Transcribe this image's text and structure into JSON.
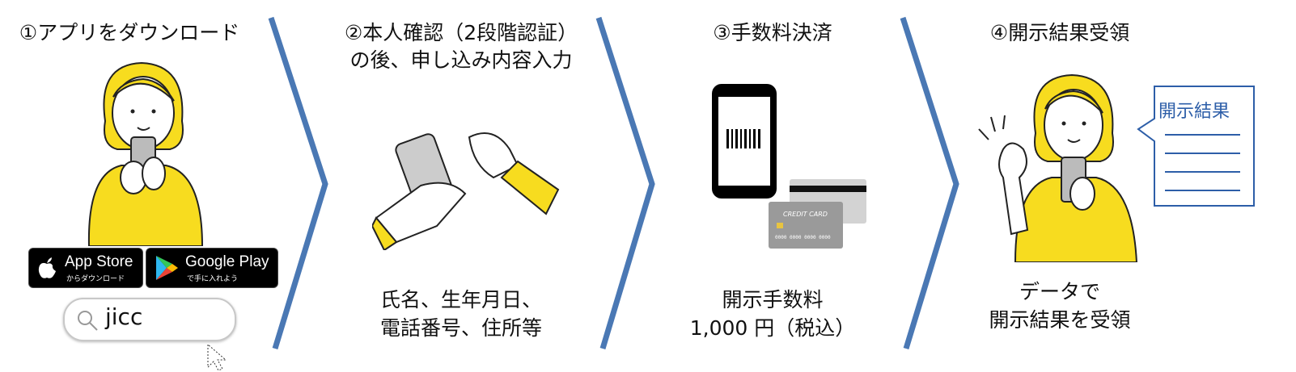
{
  "colors": {
    "chevron": "#4a78b4",
    "yellow": "#f7dc1f",
    "result_border": "#2d5ea8"
  },
  "steps": [
    {
      "title": "①アプリをダウンロード",
      "store_buttons": [
        {
          "name": "App Store",
          "sub": "からダウンロード",
          "icon": "apple-icon"
        },
        {
          "name": "Google Play",
          "sub": "で手に入れよう",
          "icon": "google-play-icon"
        }
      ],
      "search": {
        "value": "jicc",
        "icon": "search-icon"
      }
    },
    {
      "title_lines": [
        "②本人確認（2段階認証）",
        "の後、申し込み内容入力"
      ],
      "caption_lines": [
        "氏名、生年月日、",
        "電話番号、住所等"
      ]
    },
    {
      "title": "③手数料決済",
      "card_label": "CREDIT CARD",
      "card_number": "0000 0000 0000 0000",
      "caption_lines": [
        "開示手数料",
        "1,000 円（税込）"
      ]
    },
    {
      "title": "④開示結果受領",
      "document_label": "開示結果",
      "caption_lines": [
        "データで",
        "開示結果を受領"
      ]
    }
  ]
}
